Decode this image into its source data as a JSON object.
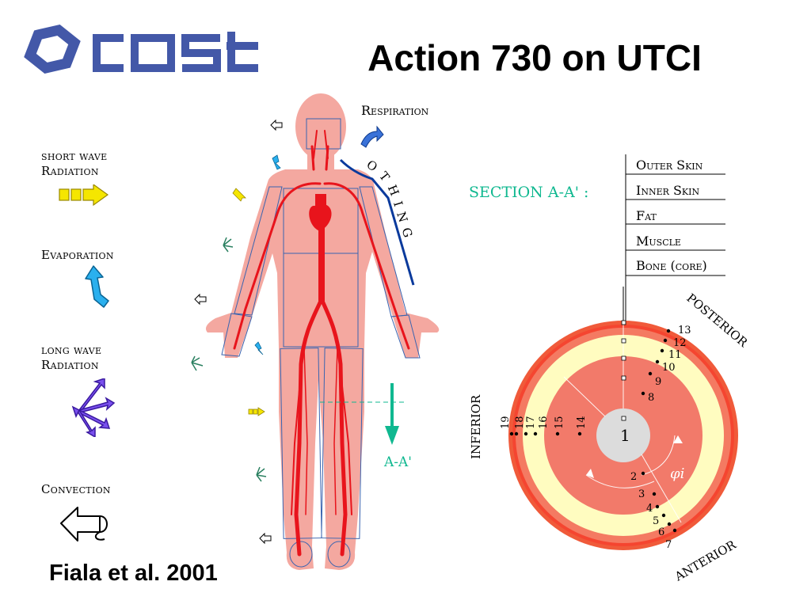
{
  "title": "Action 730 on UTCI",
  "logo_text": "cost",
  "citation": "Fiala et al. 2001",
  "legend": {
    "short_wave": [
      "short wave",
      "Radiation"
    ],
    "evaporation": "Evaporation",
    "long_wave": [
      "long wave",
      "Radiation"
    ],
    "convection": "Convection"
  },
  "body_labels": {
    "respiration": "Respiration",
    "clothing": "CLOTHING",
    "section_marker": "A-A'"
  },
  "cross_section": {
    "title": "SECTION A-A' :",
    "layers": [
      "Outer Skin",
      "Inner Skin",
      "Fat",
      "Muscle",
      "Bone (core)"
    ],
    "orientation": {
      "posterior": "POSTERIOR",
      "anterior": "ANTERIOR",
      "inferior": "INFERIOR"
    },
    "core_label": "1",
    "angle_symbol": "φi",
    "sector_numbers": [
      "2",
      "3",
      "4",
      "5",
      "6",
      "7",
      "8",
      "9",
      "10",
      "11",
      "12",
      "13",
      "14",
      "15",
      "16",
      "17",
      "18",
      "19"
    ]
  },
  "colors": {
    "skin": "#f4a8a0",
    "artery": "#e8141c",
    "clothing_line": "#0a3a9c",
    "section_green": "#10b890",
    "outer_skin": "#f05a3a",
    "fat_ring": "#fffcc0",
    "muscle": "#f27a6a",
    "bone": "#dcdcdc",
    "logo_blue": "#4358a8"
  }
}
